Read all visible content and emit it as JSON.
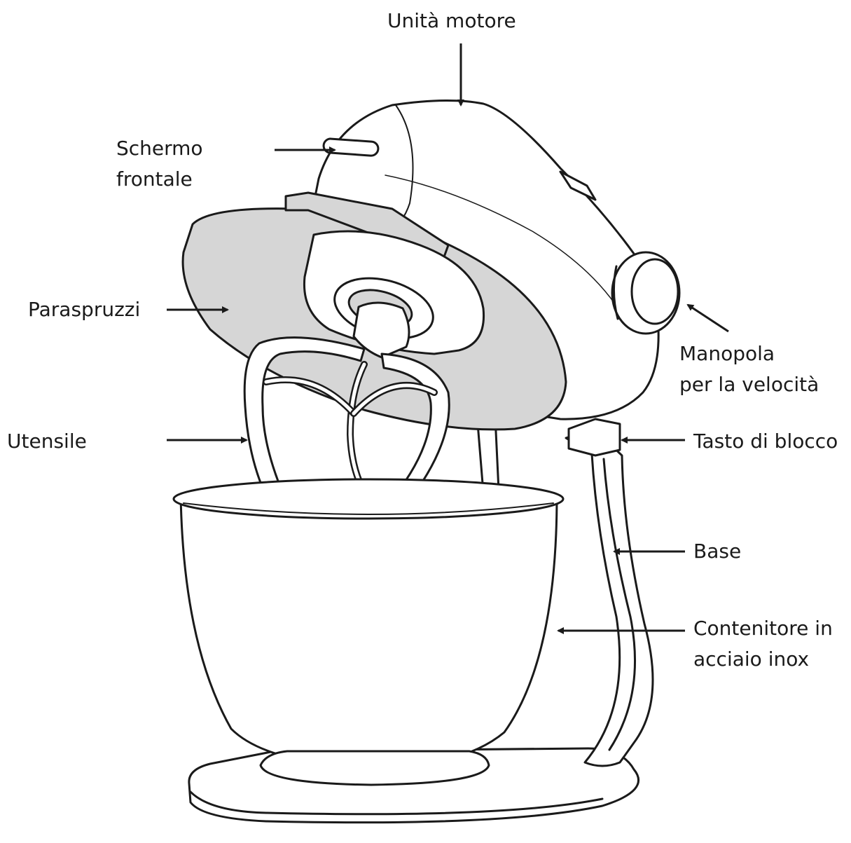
{
  "diagram": {
    "labels": {
      "motor_unit": "Unità motore",
      "front_screen": [
        "Schermo",
        "frontale"
      ],
      "splash_guard": "Paraspruzzi",
      "utensil": "Utensile",
      "speed_knob": [
        "Manopola",
        "per la velocità"
      ],
      "lock_button": "Tasto di blocco",
      "base": "Base",
      "bowl": [
        "Contenitore in",
        "acciaio inox"
      ]
    },
    "colors": {
      "line": "#1a1a1a",
      "splash_fill": "#d6d6d6",
      "background": "#ffffff"
    }
  }
}
